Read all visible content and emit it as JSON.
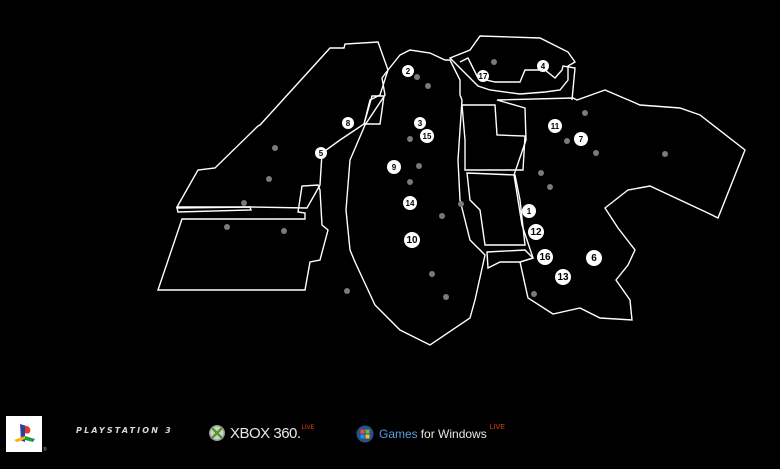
{
  "map": {
    "markers": [
      {
        "label": "1"
      },
      {
        "label": "2"
      },
      {
        "label": "3"
      },
      {
        "label": "4"
      },
      {
        "label": "5"
      },
      {
        "label": "6"
      },
      {
        "label": "7"
      },
      {
        "label": "8"
      },
      {
        "label": "9"
      },
      {
        "label": "10"
      },
      {
        "label": "11"
      },
      {
        "label": "12"
      },
      {
        "label": "13"
      },
      {
        "label": "14"
      },
      {
        "label": "15"
      },
      {
        "label": "16"
      },
      {
        "label": "17"
      }
    ],
    "colors": {
      "background": "#000000",
      "outline": "#ffffff",
      "dot": "#7a7a7a",
      "marker": "#ffffff"
    }
  },
  "footer": {
    "playstation_icon": "playstation-logo",
    "playstation_registered": "®",
    "ps3_wordmark": "PLAYSTATION 3",
    "xbox_icon": "xbox-orb",
    "xbox_label": "XBOX 360.",
    "xbox_live": "LIVE",
    "windows_icon": "windows-orb",
    "gfw_games": "Games",
    "gfw_rest": "for Windows",
    "gfw_live": "LIVE"
  }
}
